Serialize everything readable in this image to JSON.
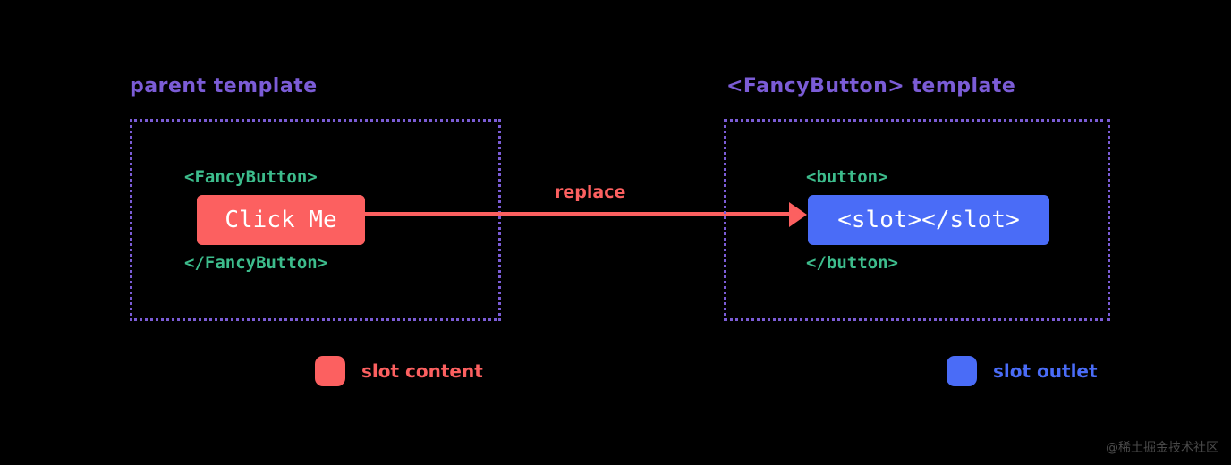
{
  "theme": {
    "background": "#000000",
    "purple": "#7B5CD6",
    "green": "#3DBC8C",
    "red": "#FC6060",
    "blue": "#4A6CF7",
    "white": "#FFFFFF",
    "watermark_gray": "#4A4A4A"
  },
  "parent_section": {
    "caption": "parent template",
    "open_tag": "<FancyButton>",
    "pill_text": "Click Me",
    "close_tag": "</FancyButton>"
  },
  "child_section": {
    "caption": "<FancyButton> template",
    "open_tag": "<button>",
    "pill_text": "<slot></slot>",
    "close_tag": "</button>"
  },
  "arrow": {
    "label": "replace"
  },
  "legend": [
    {
      "label": "slot content",
      "color": "#FC6060"
    },
    {
      "label": "slot outlet",
      "color": "#4A6CF7"
    }
  ],
  "watermark": "@稀土掘金技术社区"
}
